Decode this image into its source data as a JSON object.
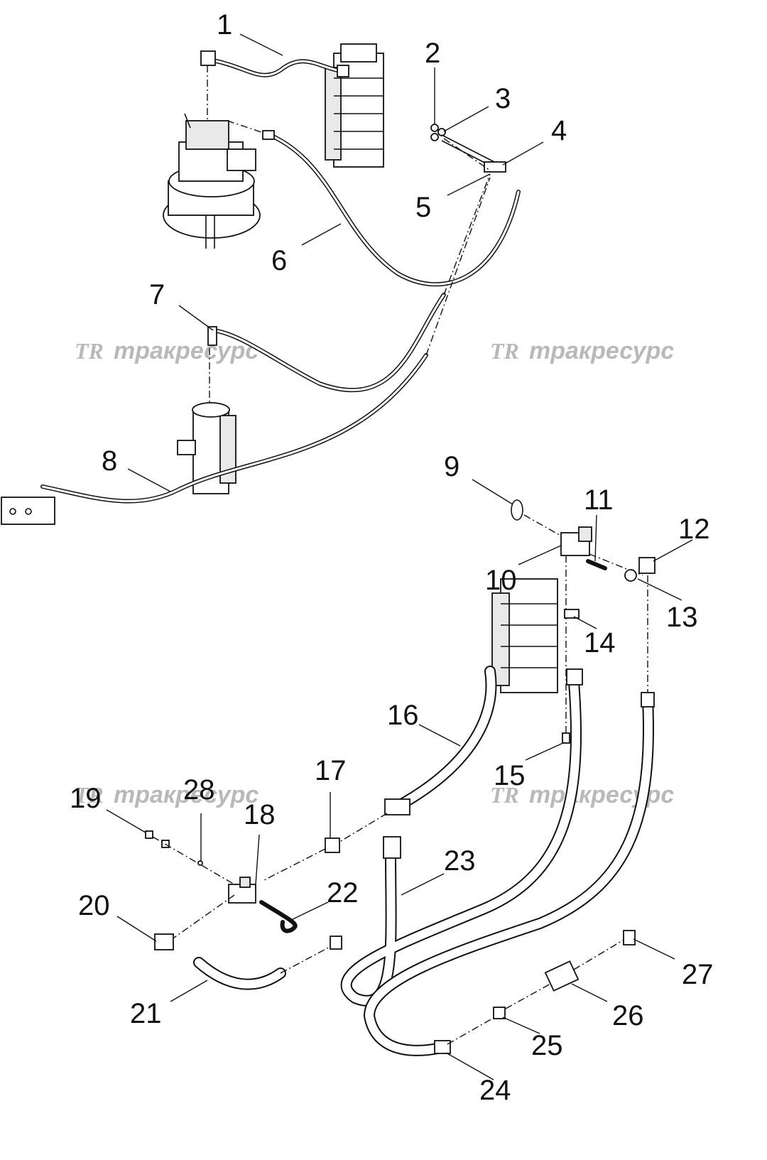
{
  "watermark": {
    "logo": "TR",
    "text": "тракресурс"
  },
  "callouts": [
    "1",
    "2",
    "3",
    "4",
    "5",
    "6",
    "7",
    "8",
    "9",
    "10",
    "11",
    "12",
    "13",
    "14",
    "15",
    "16",
    "17",
    "18",
    "19",
    "20",
    "21",
    "22",
    "23",
    "24",
    "25",
    "26",
    "27",
    "28"
  ],
  "colors": {
    "line": "#111111",
    "watermark": "#b9b9b9",
    "background": "#ffffff"
  }
}
